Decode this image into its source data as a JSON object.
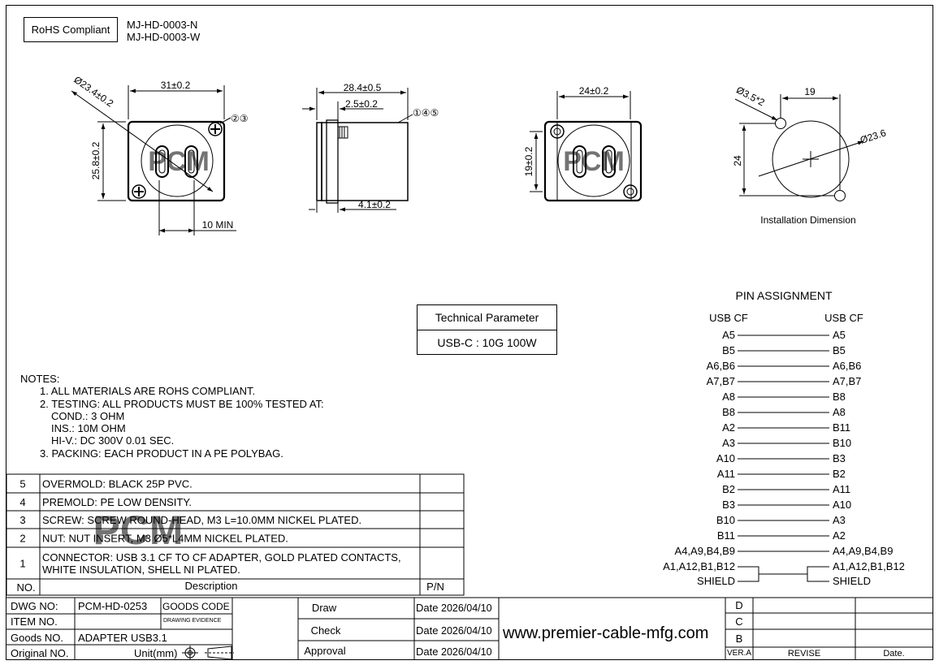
{
  "header": {
    "rohs": "RoHS Compliant",
    "part_numbers": [
      "MJ-HD-0003-N",
      "MJ-HD-0003-W"
    ]
  },
  "dims": {
    "front_width": "31±0.2",
    "front_height": "25.8±0.2",
    "front_diameter": "Ø23.4±0.2",
    "front_callout": "②③",
    "front_min": "10 MIN",
    "side_length": "28.4±0.5",
    "side_flange": "2.5±0.2",
    "side_callout": "①④⑤",
    "side_bottom": "4.1±0.2",
    "rear_width": "24±0.2",
    "rear_height": "19±0.2",
    "inst_hole": "Ø3.5*2",
    "inst_width": "19",
    "inst_height": "24",
    "inst_diameter": "Ø23.6",
    "inst_caption": "Installation Dimension"
  },
  "watermark": "PCM",
  "technical_parameter": {
    "title": "Technical Parameter",
    "value": "USB-C :  10G 100W"
  },
  "pin_assignment": {
    "title": "PIN  ASSIGNMENT",
    "left_header": "USB CF",
    "right_header": "USB CF",
    "pairs": [
      {
        "left": "A5",
        "right": "A5"
      },
      {
        "left": "B5",
        "right": "B5"
      },
      {
        "left": "A6,B6",
        "right": "A6,B6"
      },
      {
        "left": "A7,B7",
        "right": "A7,B7"
      },
      {
        "left": "A8",
        "right": "B8"
      },
      {
        "left": "B8",
        "right": "A8"
      },
      {
        "left": "A2",
        "right": "B11"
      },
      {
        "left": "A3",
        "right": "B10"
      },
      {
        "left": "A10",
        "right": "B3"
      },
      {
        "left": "A11",
        "right": "B2"
      },
      {
        "left": "B2",
        "right": "A11"
      },
      {
        "left": "B3",
        "right": "A10"
      },
      {
        "left": "B10",
        "right": "A3"
      },
      {
        "left": "B11",
        "right": "A2"
      },
      {
        "left": "A4,A9,B4,B9",
        "right": "A4,A9,B4,B9"
      }
    ],
    "group_left": [
      "A1,A12,B1,B12",
      "SHIELD"
    ],
    "group_right": [
      "A1,A12,B1,B12",
      "SHIELD"
    ]
  },
  "notes": {
    "title": "NOTES:",
    "lines": [
      {
        "text": "1. ALL MATERIALS ARE ROHS COMPLIANT.",
        "indent": 1
      },
      {
        "text": "2. TESTING: ALL PRODUCTS MUST BE 100% TESTED AT:",
        "indent": 1
      },
      {
        "text": "COND.: 3 OHM",
        "indent": 2
      },
      {
        "text": "INS.: 10M OHM",
        "indent": 2
      },
      {
        "text": "HI-V.: DC 300V 0.01 SEC.",
        "indent": 2
      },
      {
        "text": "3. PACKING: EACH PRODUCT IN A PE POLYBAG.",
        "indent": 1
      }
    ]
  },
  "bom": {
    "rows": [
      {
        "no": "5",
        "desc": "OVERMOLD: BLACK 25P PVC.",
        "pn": ""
      },
      {
        "no": "4",
        "desc": "PREMOLD: PE LOW DENSITY.",
        "pn": ""
      },
      {
        "no": "3",
        "desc": "SCREW: SCREW ROUND-HEAD, M3 L=10.0MM NICKEL PLATED.",
        "pn": ""
      },
      {
        "no": "2",
        "desc": "NUT: NUT INSERT, M3 Ø5*L4MM NICKEL PLATED.",
        "pn": ""
      },
      {
        "no": "1",
        "desc": "CONNECTOR: USB 3.1 CF TO CF ADAPTER, GOLD PLATED CONTACTS,\nWHITE INSULATION, SHELL NI PLATED.",
        "pn": ""
      }
    ],
    "header": {
      "no": "NO.",
      "desc": "Description",
      "pn": "P/N"
    }
  },
  "title_block": {
    "dwg_no_label": "DWG NO:",
    "dwg_no": "PCM-HD-0253",
    "goods_code": "GOODS CODE",
    "item_no_label": "ITEM NO.",
    "drawing_evidence": "DRAWING EVIDENCE",
    "goods_no_label": "Goods NO.",
    "goods_no": "ADAPTER USB3.1",
    "original_no_label": "Original NO.",
    "unit": "Unit(mm)",
    "draw": "Draw",
    "check": "Check",
    "approval": "Approval",
    "date_label": "Date",
    "date": "2026/04/10",
    "website": "www.premier-cable-mfg.com",
    "revisions": [
      "D",
      "C",
      "B"
    ],
    "ver": "VER.A",
    "revise": "REVISE",
    "date_col": "Date."
  }
}
